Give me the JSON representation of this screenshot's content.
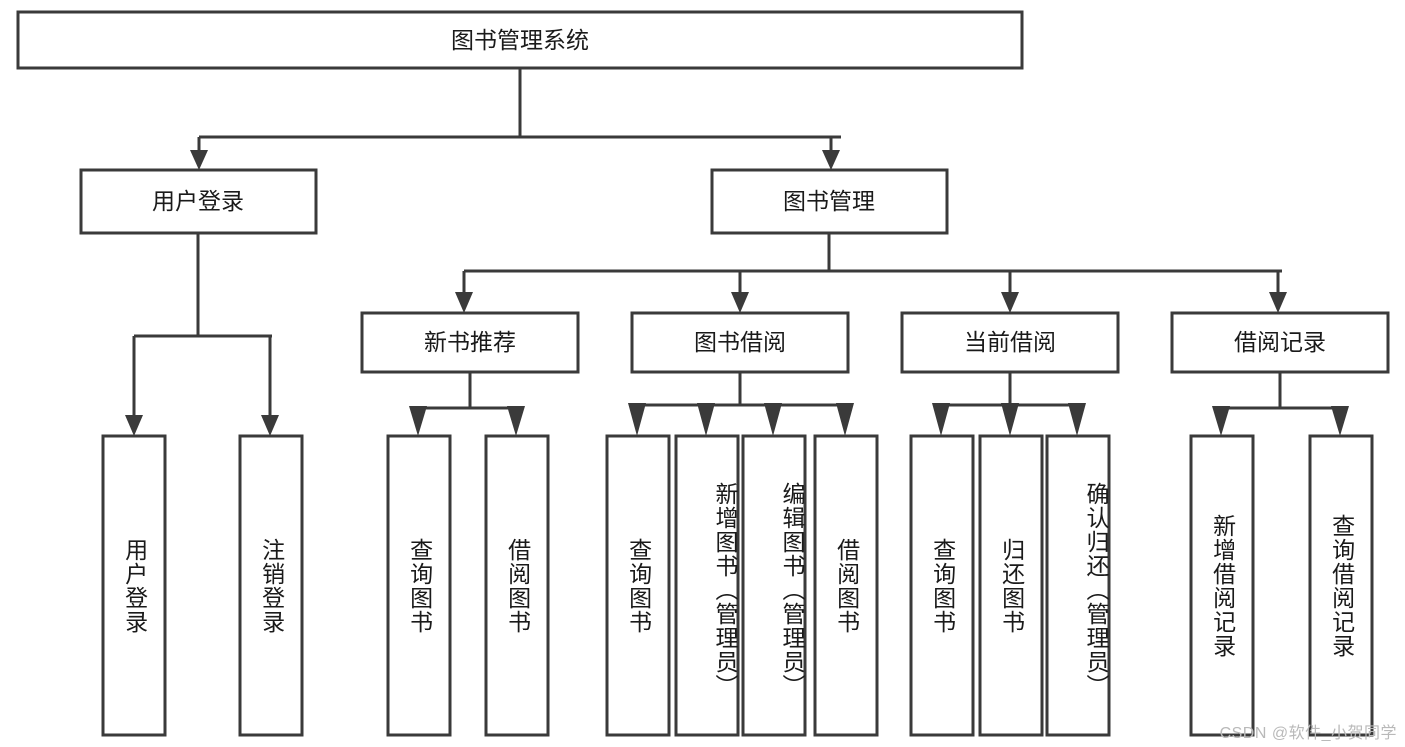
{
  "diagram": {
    "title": "图书管理系统",
    "type": "tree-hierarchy",
    "watermark": "CSDN @软件_小贺同学",
    "colors": {
      "stroke": "#3a3a3a",
      "box_fill": "#ffffff",
      "text": "#1a1a1a",
      "background": "#ffffff",
      "watermark": "#b9b9b9"
    },
    "root": {
      "label": "图书管理系统"
    },
    "level2": [
      {
        "label": "用户登录"
      },
      {
        "label": "图书管理"
      }
    ],
    "level3": [
      {
        "label": "新书推荐"
      },
      {
        "label": "图书借阅"
      },
      {
        "label": "当前借阅"
      },
      {
        "label": "借阅记录"
      }
    ],
    "leaves": {
      "user_login": [
        {
          "label": "用户登录"
        },
        {
          "label": "注销登录"
        }
      ],
      "new_book_recommend": [
        {
          "label": "查询图书"
        },
        {
          "label": "借阅图书"
        }
      ],
      "book_borrow": [
        {
          "label": "查询图书"
        },
        {
          "label": "新增图书（管理员）"
        },
        {
          "label": "编辑图书（管理员）"
        },
        {
          "label": "借阅图书"
        }
      ],
      "current_borrow": [
        {
          "label": "查询图书"
        },
        {
          "label": "归还图书"
        },
        {
          "label": "确认归还（管理员）"
        }
      ],
      "borrow_record": [
        {
          "label": "新增借阅记录"
        },
        {
          "label": "查询借阅记录"
        }
      ]
    }
  }
}
